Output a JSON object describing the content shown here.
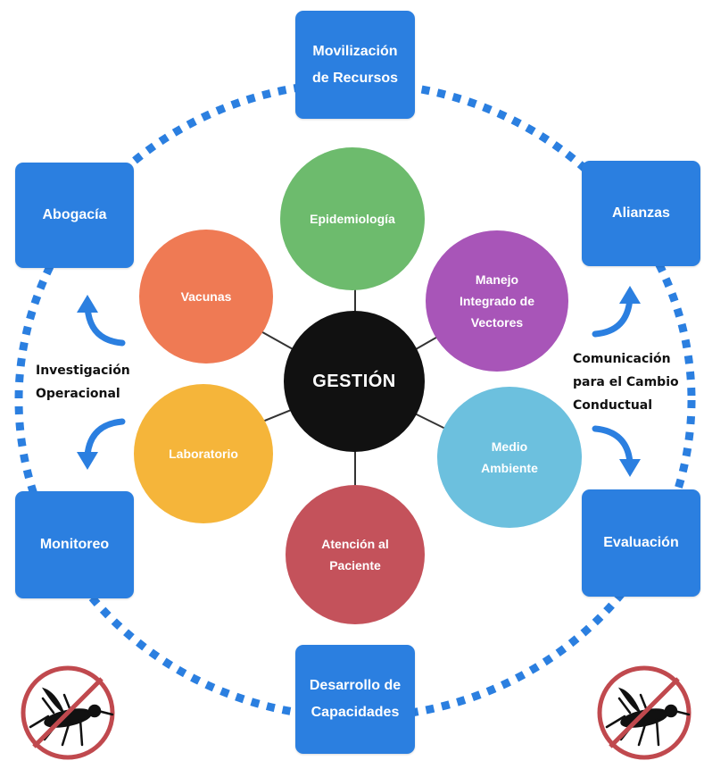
{
  "center": {
    "label": "GESTIÓN"
  },
  "outer_boxes": {
    "top": [
      "Movilización",
      "de Recursos"
    ],
    "top_left": [
      "Abogacía"
    ],
    "top_right": [
      "Alianzas"
    ],
    "bottom_left": [
      "Monitoreo"
    ],
    "bottom_right": [
      "Evaluación"
    ],
    "bottom": [
      "Desarrollo de",
      "Capacidades"
    ]
  },
  "inner_nodes": {
    "epidemiologia": [
      "Epidemiología"
    ],
    "manejo": [
      "Manejo",
      "Integrado de",
      "Vectores"
    ],
    "medio_ambiente": [
      "Medio",
      "Ambiente"
    ],
    "atencion": [
      "Atención al",
      "Paciente"
    ],
    "laboratorio": [
      "Laboratorio"
    ],
    "vacunas": [
      "Vacunas"
    ]
  },
  "side_labels": {
    "left": [
      "Investigación",
      "Operacional"
    ],
    "right": [
      "Comunicación",
      "para el Cambio",
      "Conductual"
    ]
  },
  "colors": {
    "box_blue": "#2b7fe0",
    "ring_blue": "#2b7fe0",
    "arrow_blue": "#2b7fe0",
    "center_black": "#111111",
    "epidemiologia_green": "#6dbb6d",
    "manejo_purple": "#a855b8",
    "medio_ambiente_lightblue": "#6cc0de",
    "atencion_red": "#c4525b",
    "laboratorio_yellow": "#f5b53a",
    "vacunas_orange": "#ef7a54",
    "no_mosquito_red": "#c0494e"
  },
  "icons": [
    "curved-arrow-up-icon",
    "curved-arrow-down-icon",
    "no-mosquito-icon"
  ]
}
